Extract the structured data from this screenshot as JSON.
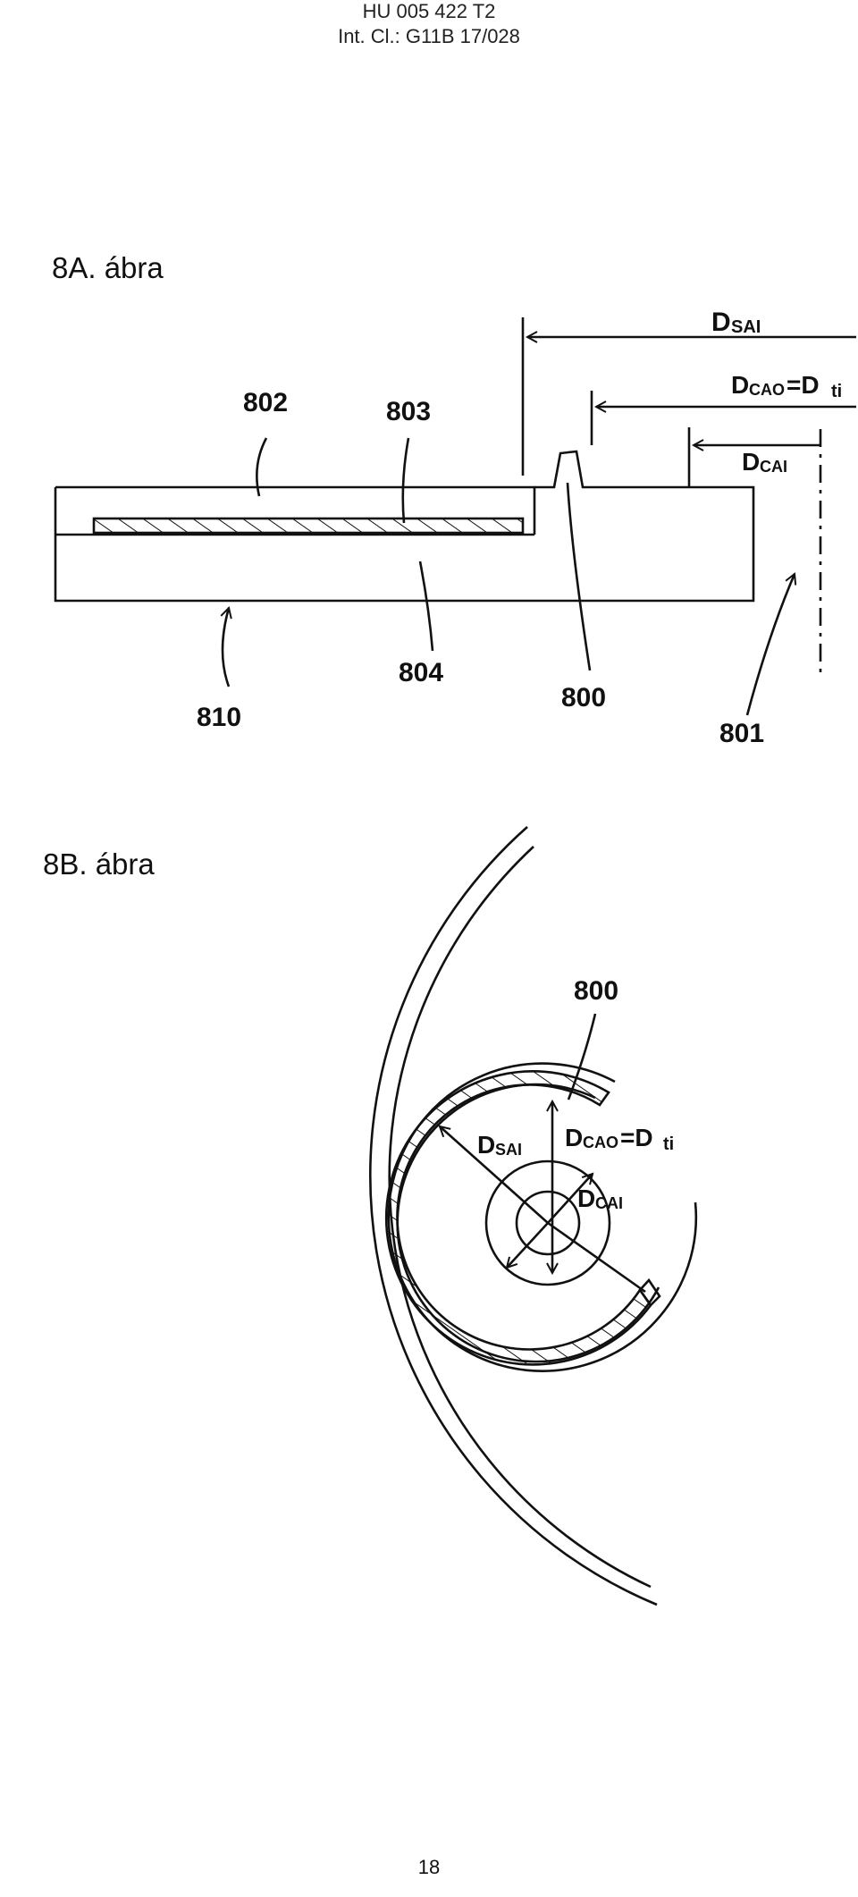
{
  "header": {
    "line1": "HU 005 422 T2",
    "line2": "Int. Cl.: G11B 17/028"
  },
  "figure_a": {
    "title": "8A. ábra",
    "labels": {
      "l802": "802",
      "l803": "803",
      "l804": "804",
      "l810": "810",
      "l800": "800",
      "l801": "801"
    },
    "dims": {
      "dsai_main": "D",
      "dsai_sub": "SAI",
      "dcao_main": "D",
      "dcao_sub": "CAO",
      "dcao_eq": "=D",
      "dcao_ti": "ti",
      "dcai_main": "D",
      "dcai_sub": "CAI"
    }
  },
  "figure_b": {
    "title": "8B. ábra",
    "labels": {
      "l800": "800"
    },
    "dims": {
      "dsai_main": "D",
      "dsai_sub": "SAI",
      "dcao_main": "D",
      "dcao_sub": "CAO",
      "dcao_eq": "=D",
      "dcao_ti": "ti",
      "dcai_main": "D",
      "dcai_sub": "CAI"
    }
  },
  "footer": {
    "page_number": "18"
  }
}
